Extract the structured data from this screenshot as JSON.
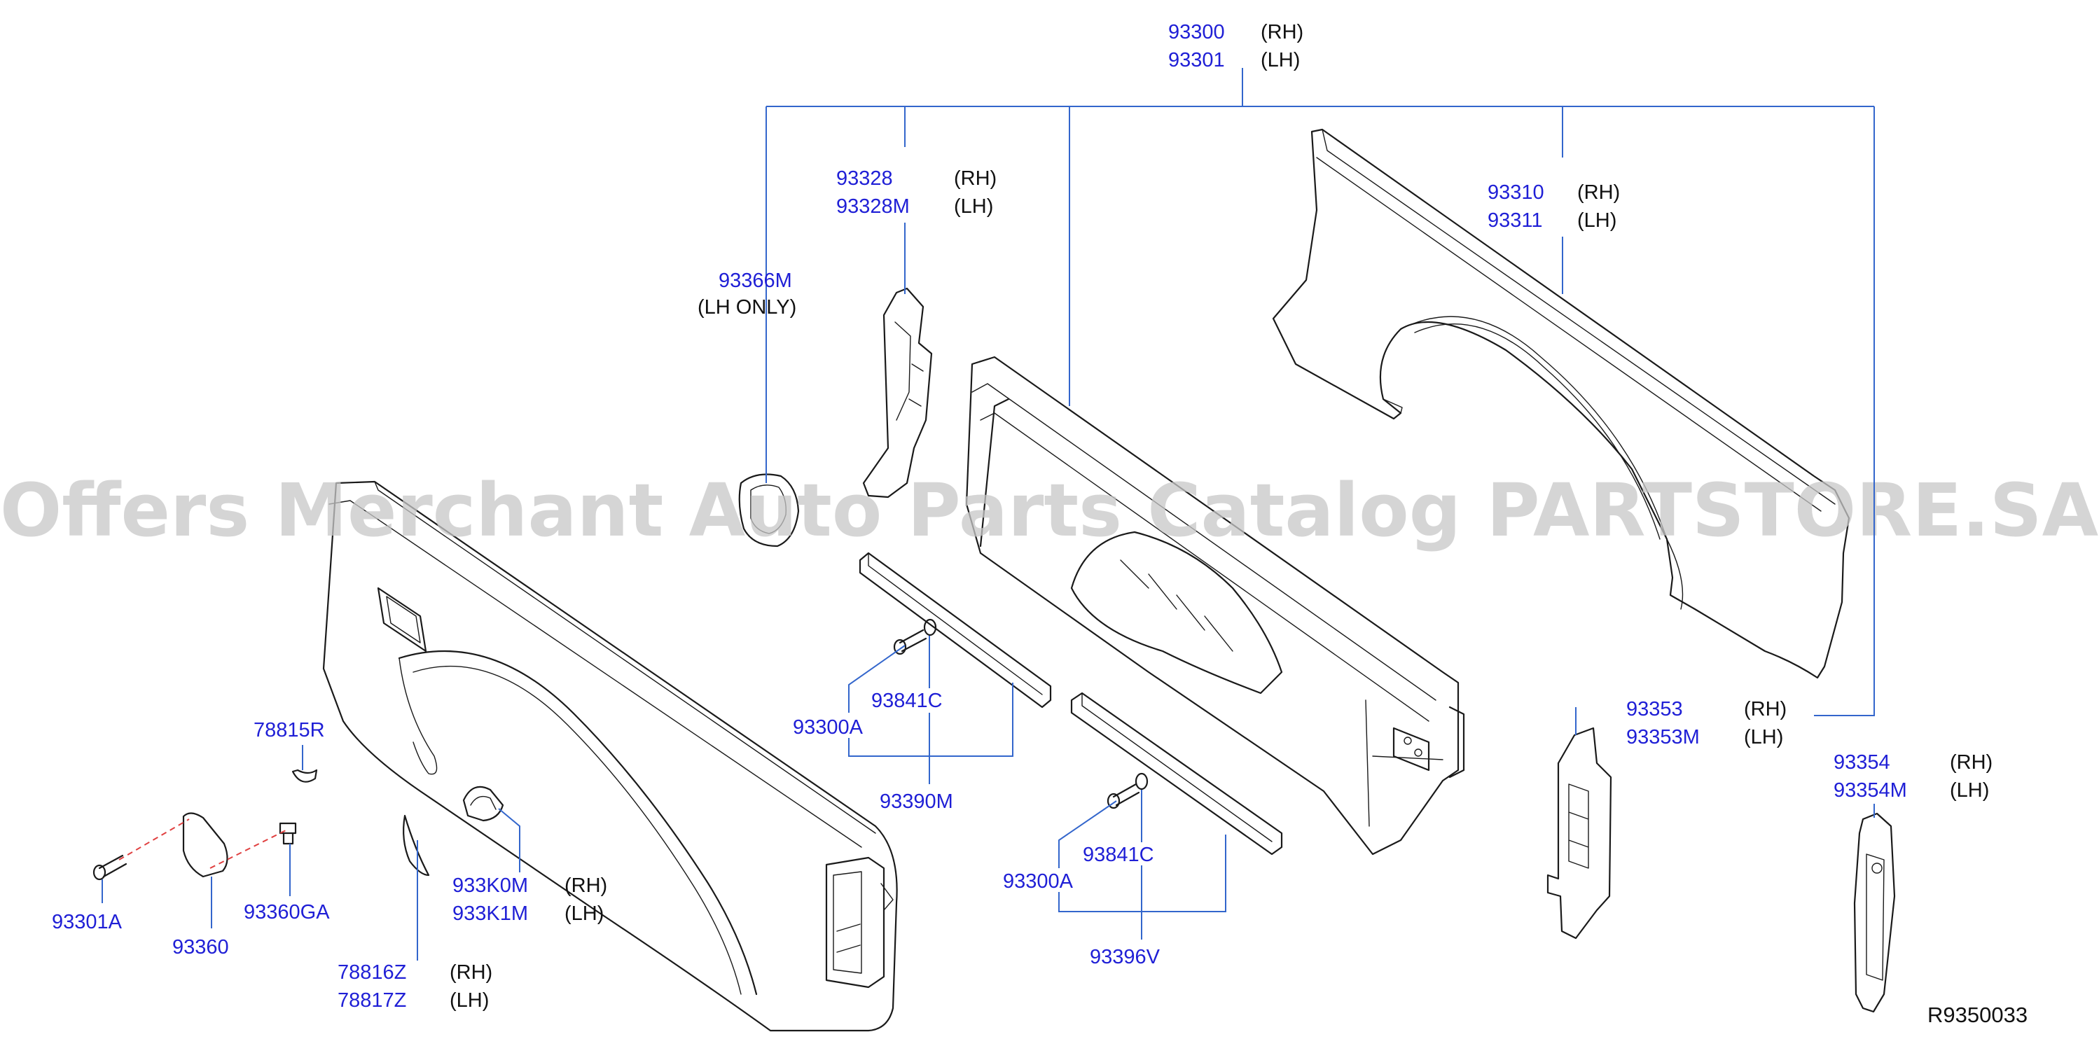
{
  "colors": {
    "part_number": "#1f1fd6",
    "leader": "#3366cc",
    "line_art": "#1a1a1a",
    "text": "#111111",
    "watermark": "#c8c8c8",
    "dash": "#e04040"
  },
  "watermark": "Offers Merchant Auto Parts Catalog PARTSTORE.SA",
  "diagram_ref": "R9350033",
  "labels": {
    "l93300": {
      "pn": "93300",
      "side": "(RH)"
    },
    "l93301": {
      "pn": "93301",
      "side": "(LH)"
    },
    "l93328": {
      "pn": "93328",
      "side": "(RH)"
    },
    "l93328M": {
      "pn": "93328M",
      "side": "(LH)"
    },
    "l93366M": {
      "pn": "93366M",
      "side": "(LH   ONLY)"
    },
    "l93310": {
      "pn": "93310",
      "side": "(RH)"
    },
    "l93311": {
      "pn": "93311",
      "side": "(LH)"
    },
    "l93841C_a": {
      "pn": "93841C"
    },
    "l93300A_a": {
      "pn": "93300A"
    },
    "l93390M": {
      "pn": "93390M"
    },
    "l93353": {
      "pn": "93353",
      "side": "(RH)"
    },
    "l93353M": {
      "pn": "93353M",
      "side": "(LH)"
    },
    "l93354": {
      "pn": "93354",
      "side": "(RH)"
    },
    "l93354M": {
      "pn": "93354M",
      "side": "(LH)"
    },
    "l78815R": {
      "pn": "78815R"
    },
    "l93301A": {
      "pn": "93301A"
    },
    "l93360": {
      "pn": "93360"
    },
    "l93360GA": {
      "pn": "93360GA"
    },
    "l933K0M": {
      "pn": "933K0M",
      "side": "(RH)"
    },
    "l933K1M": {
      "pn": "933K1M",
      "side": "(LH)"
    },
    "l78816Z": {
      "pn": "78816Z",
      "side": "(RH)"
    },
    "l78817Z": {
      "pn": "78817Z",
      "side": "(LH)"
    },
    "l93841C_b": {
      "pn": "93841C"
    },
    "l93300A_b": {
      "pn": "93300A"
    },
    "l93396V": {
      "pn": "93396V"
    }
  }
}
